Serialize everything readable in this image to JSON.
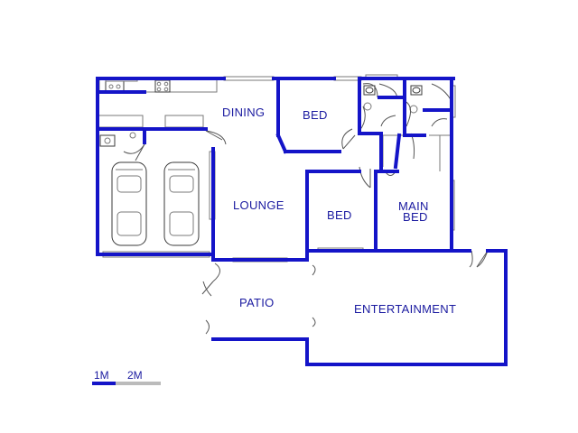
{
  "plan": {
    "rooms": {
      "dining": "DINING",
      "bed1": "BED",
      "lounge": "LOUNGE",
      "bed2": "BED",
      "main_bed_line1": "MAIN",
      "main_bed_line2": "BED",
      "patio": "PATIO",
      "entertainment": "ENTERTAINMENT"
    },
    "scale_bar": {
      "label_1": "1M",
      "label_2": "2M"
    },
    "colors": {
      "wall": "#1414c8",
      "label": "#1a1aa0",
      "scale_gray": "#bbbbbb"
    }
  }
}
